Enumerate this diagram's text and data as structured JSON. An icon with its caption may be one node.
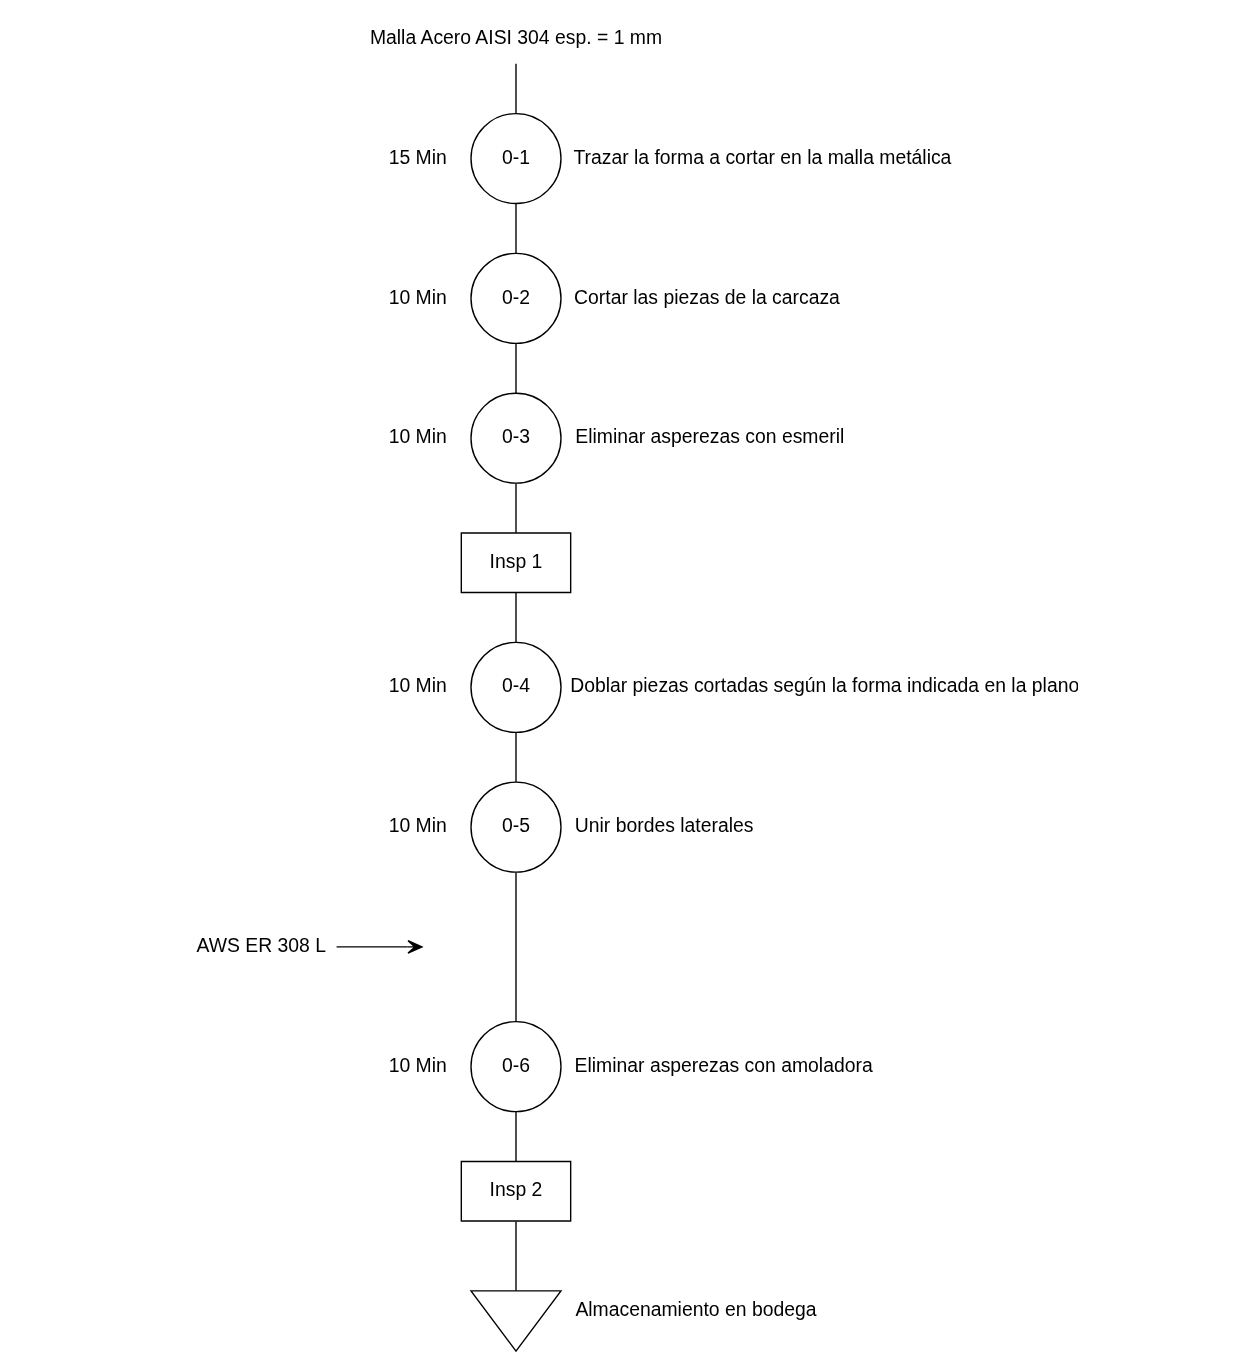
{
  "diagram": {
    "nodes": [
      {
        "text": [
          "Malla Acero AISI 304 esp. = 1 mm"
        ]
      },
      {
        "text": [
          "0-1"
        ],
        "beside": [
          "15 Min",
          "Trazar la forma a cortar en la malla metálica"
        ]
      },
      {
        "text": [
          "0-2"
        ],
        "beside": [
          "10 Min",
          "Cortar las piezas de la carcaza"
        ]
      },
      {
        "text": [
          "0-3"
        ],
        "beside": [
          "10 Min",
          "Eliminar asperezas con esmeril"
        ]
      },
      {
        "text": [
          "Insp 1"
        ]
      },
      {
        "text": [
          "0-4"
        ],
        "beside": [
          "10 Min",
          "Doblar piezas cortadas según la forma indicada en la plano"
        ]
      },
      {
        "text": [
          "0-5"
        ],
        "beside": [
          "10 Min",
          "Unir bordes laterales"
        ]
      },
      {
        "text": [
          "AWS ER 308 L"
        ]
      },
      {
        "text": [
          "0-6"
        ],
        "beside": [
          "10 Min",
          "Eliminar asperezas con amoladora"
        ]
      },
      {
        "text": [
          "Insp 2"
        ]
      },
      {
        "text": [],
        "shape": "triangle",
        "beside": [
          "Almacenamiento en bodega"
        ]
      }
    ],
    "edges": [
      {
        "from": 0,
        "to": 1,
        "arrow": "none"
      },
      {
        "from": 1,
        "to": 2,
        "arrow": "none"
      },
      {
        "from": 2,
        "to": 3,
        "arrow": "none"
      },
      {
        "from": 3,
        "to": 4,
        "arrow": "none"
      },
      {
        "from": 4,
        "to": 5,
        "arrow": "none"
      },
      {
        "from": 5,
        "to": 6,
        "arrow": "none"
      },
      {
        "from": 6,
        "to": 8,
        "arrow": "none"
      },
      {
        "from": 7,
        "to": null,
        "arrow": "to"
      },
      {
        "from": 8,
        "to": 9,
        "arrow": "none"
      },
      {
        "from": 9,
        "to": 10,
        "arrow": "none"
      }
    ]
  }
}
